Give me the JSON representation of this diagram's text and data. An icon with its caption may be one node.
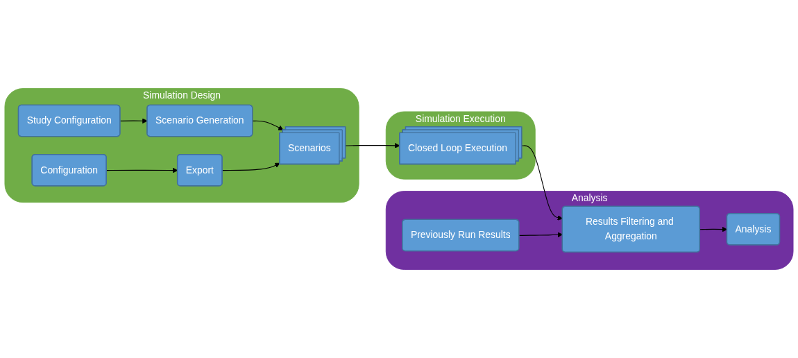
{
  "diagram": {
    "nodes": [
      {
        "text": [
          "Simulation Design"
        ]
      },
      {
        "text": [
          "Study Configuration"
        ],
        "in": 0
      },
      {
        "text": [
          "Configuration"
        ],
        "in": 0
      },
      {
        "text": [
          "Scenario Generation"
        ],
        "in": 0
      },
      {
        "text": [
          "Export"
        ],
        "in": 0
      },
      {
        "text": [
          "Scenarios"
        ],
        "in": 0
      },
      {
        "text": [
          "Simulation Execution"
        ]
      },
      {
        "text": [
          "Closed Loop Execution"
        ],
        "in": 6
      },
      {
        "text": [
          "Analysis"
        ]
      },
      {
        "text": [
          "Previously Run Results"
        ],
        "in": 8
      },
      {
        "text": [
          "Results Filtering and Aggregation"
        ],
        "in": 8
      },
      {
        "text": [
          "Analysis"
        ],
        "in": 8
      }
    ],
    "edges": [
      {
        "from": 1,
        "to": 3,
        "arrow": "to"
      },
      {
        "from": 2,
        "to": 4,
        "arrow": "to"
      },
      {
        "from": 3,
        "to": 5,
        "arrow": "to"
      },
      {
        "from": 4,
        "to": 5,
        "arrow": "to"
      },
      {
        "from": 5,
        "to": 7,
        "arrow": "to"
      },
      {
        "from": 7,
        "to": 10,
        "arrow": "to"
      },
      {
        "from": 9,
        "to": 10,
        "arrow": "to"
      },
      {
        "from": 10,
        "to": 11,
        "arrow": "to"
      }
    ]
  }
}
